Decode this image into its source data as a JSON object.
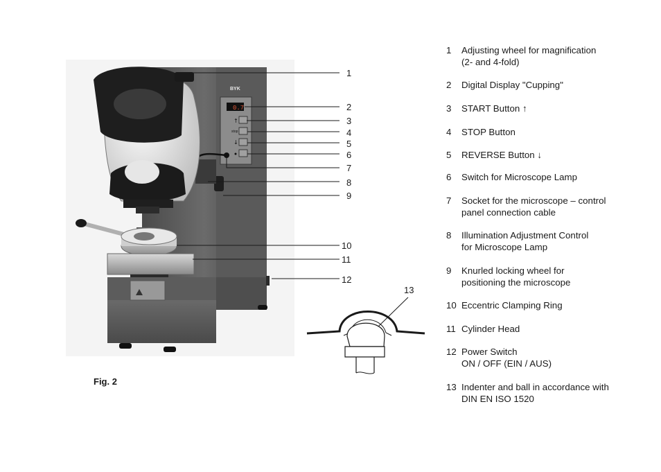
{
  "figure": {
    "caption": "Fig. 2",
    "brand_logo": "BYK",
    "display_reading": "0.7"
  },
  "panel": {
    "start_symbol": "↑",
    "stop_symbol": "stop",
    "reverse_symbol": "↓"
  },
  "callouts": [
    "1",
    "2",
    "3",
    "4",
    "5",
    "6",
    "7",
    "8",
    "9",
    "10",
    "11",
    "12",
    "13"
  ],
  "legend": [
    {
      "num": "1",
      "lines": [
        "Adjusting wheel for magnification",
        "(2- and 4-fold)"
      ]
    },
    {
      "num": "2",
      "lines": [
        "Digital Display \"Cupping\""
      ]
    },
    {
      "num": "3",
      "lines": [
        "START Button ↑"
      ]
    },
    {
      "num": "4",
      "lines": [
        "STOP Button"
      ]
    },
    {
      "num": "5",
      "lines": [
        "REVERSE Button  ↓"
      ]
    },
    {
      "num": "6",
      "lines": [
        "Switch for Microscope Lamp"
      ]
    },
    {
      "num": "7",
      "lines": [
        "Socket for the microscope – control",
        "panel connection cable"
      ]
    },
    {
      "num": "8",
      "lines": [
        "Illumination Adjustment Control",
        "for Microscope Lamp"
      ]
    },
    {
      "num": "9",
      "lines": [
        "Knurled locking wheel for",
        "positioning the microscope"
      ]
    },
    {
      "num": "10",
      "lines": [
        "Eccentric Clamping Ring"
      ]
    },
    {
      "num": "11",
      "lines": [
        "Cylinder Head"
      ]
    },
    {
      "num": "12",
      "lines": [
        "Power Switch",
        "ON / OFF (EIN / AUS)"
      ]
    },
    {
      "num": "13",
      "lines": [
        "Indenter and ball in accordance with",
        "DIN EN ISO 1520"
      ]
    }
  ]
}
